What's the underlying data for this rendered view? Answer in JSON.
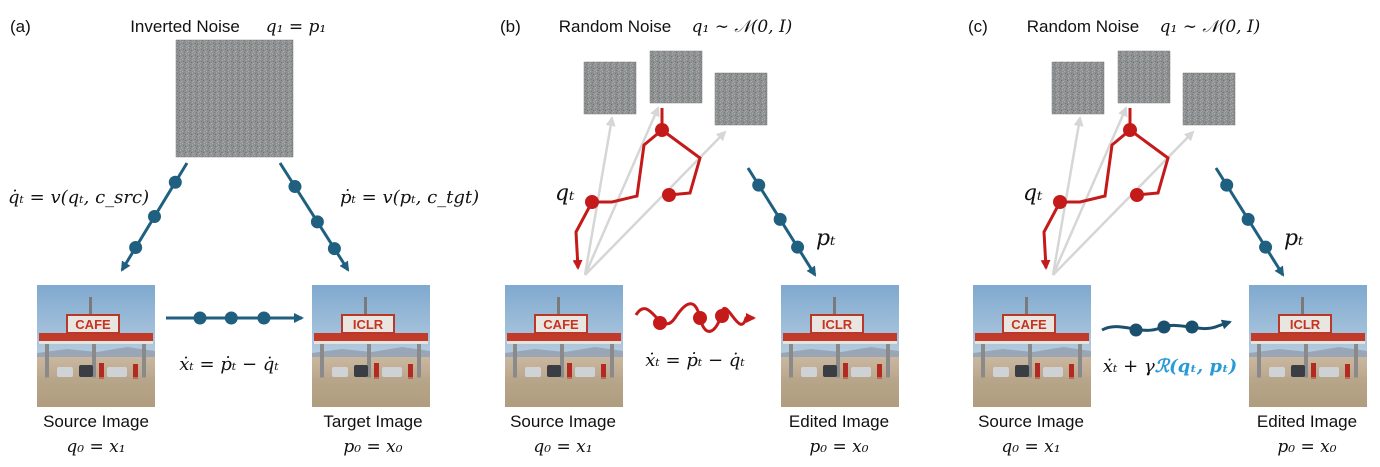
{
  "panels": [
    {
      "tag": "(a)",
      "noise_label": "Inverted Noise",
      "noise_eq": "q₁ = p₁",
      "left_eq": "q̇ₜ = v(qₜ, c_src)",
      "right_eq": "ṗₜ = v(pₜ, c_tgt)",
      "middle_eq": "ẋₜ = ṗₜ − q̇ₜ",
      "left_caption": "Source Image",
      "left_sub": "q₀ = x₁",
      "right_caption": "Target Image",
      "right_sub": "p₀ = x₀"
    },
    {
      "tag": "(b)",
      "noise_label": "Random Noise",
      "noise_eq": "q₁ ∼ 𝒩(0, I)",
      "q_label": "qₜ",
      "p_label": "pₜ",
      "middle_eq": "ẋₜ = ṗₜ − q̇ₜ",
      "left_caption": "Source Image",
      "left_sub": "q₀ = x₁",
      "right_caption": "Edited Image",
      "right_sub": "p₀ = x₀"
    },
    {
      "tag": "(c)",
      "noise_label": "Random Noise",
      "noise_eq": "q₁ ∼ 𝒩(0, I)",
      "q_label": "qₜ",
      "p_label": "pₜ",
      "middle_eq_prefix": "ẋₜ + γ",
      "middle_eq_reg": "ℛ(qₜ, pₜ)",
      "left_caption": "Source Image",
      "left_sub": "q₀ = x₁",
      "right_caption": "Edited Image",
      "right_sub": "p₀ = x₀"
    }
  ],
  "image_signs": {
    "source": "CAFE",
    "target": "ICLR"
  },
  "colors": {
    "teal": "#1f5f80",
    "red": "#c41a1a",
    "gray_arrow": "#d6d6d6",
    "reg_blue": "#2a9ad6",
    "noise_bg": "#8f9292"
  }
}
